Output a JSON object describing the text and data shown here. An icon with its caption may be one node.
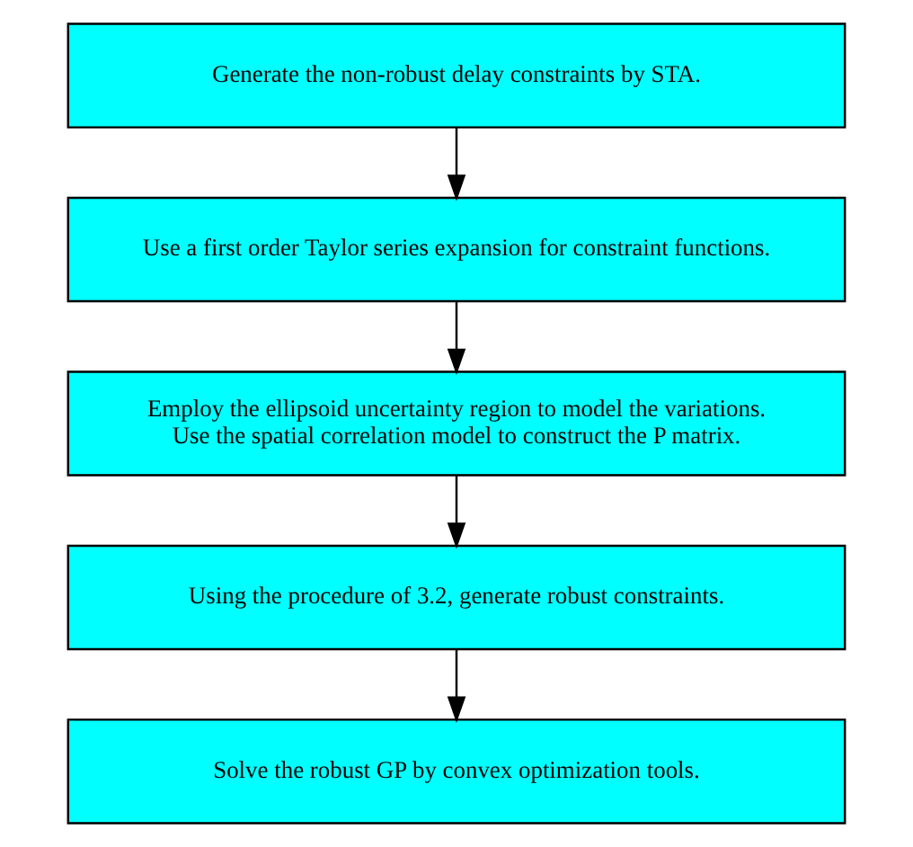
{
  "diagram": {
    "nodes": [
      {
        "text": [
          "Generate the non-robust delay constraints by STA."
        ]
      },
      {
        "text": [
          "Use a first order Taylor series expansion for constraint functions."
        ]
      },
      {
        "text": [
          "Employ the ellipsoid uncertainty region to model the variations.",
          "Use the spatial correlation model to construct the P matrix."
        ]
      },
      {
        "text": [
          "Using the procedure of 3.2, generate robust constraints."
        ]
      },
      {
        "text": [
          "Solve the robust GP by convex optimization tools."
        ]
      }
    ],
    "edges": [
      {
        "from": 0,
        "to": 1,
        "arrow": "to"
      },
      {
        "from": 1,
        "to": 2,
        "arrow": "to"
      },
      {
        "from": 2,
        "to": 3,
        "arrow": "to"
      },
      {
        "from": 3,
        "to": 4,
        "arrow": "to"
      }
    ]
  }
}
